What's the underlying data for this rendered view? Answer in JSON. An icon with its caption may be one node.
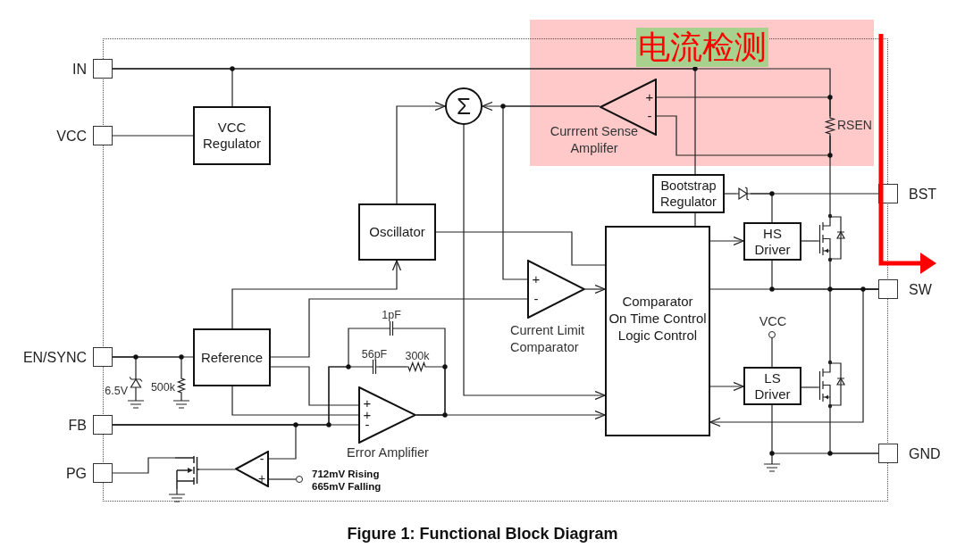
{
  "diagram": {
    "caption": "Figure 1: Functional Block Diagram",
    "nodes": [
      {
        "text": [
          "电流检测"
        ]
      },
      {
        "text": [
          "IN"
        ]
      },
      {
        "text": [
          "VCC Regulator"
        ]
      },
      {
        "text": [
          "VCC"
        ]
      },
      {
        "text": [
          "Σ"
        ]
      },
      {
        "text": [
          "+",
          "-"
        ],
        "beside": [
          "Currrent Sense Amplifer"
        ],
        "in": 0
      },
      {
        "text": [
          "RSEN"
        ],
        "in": 0
      },
      {
        "text": [
          "Bootstrap Regulator"
        ]
      },
      {
        "text": [
          "Oscillator"
        ]
      },
      {
        "text": [],
        "shape": "diode"
      },
      {
        "text": [
          "BST"
        ]
      },
      {
        "text": [
          "HS Driver"
        ]
      },
      {
        "text": [],
        "shape": "transistor"
      },
      {
        "text": [
          "Comparator",
          "On Time Control",
          "Logic Control"
        ]
      },
      {
        "text": [
          "+",
          "-"
        ],
        "beside": [
          "Current Limit Comparator"
        ]
      },
      {
        "text": [
          "SW"
        ]
      },
      {
        "text": [],
        "shape": "circle",
        "beside": [
          "VCC"
        ]
      },
      {
        "text": [
          "LS Driver"
        ]
      },
      {
        "text": [],
        "shape": "transistor"
      },
      {
        "text": [
          "GND"
        ]
      },
      {
        "text": [
          "EN/SYNC"
        ]
      },
      {
        "text": [
          "6.5V"
        ]
      },
      {
        "text": [
          "500k"
        ]
      },
      {
        "text": [
          "Reference"
        ]
      },
      {
        "text": [
          "1pF"
        ]
      },
      {
        "text": [
          "56pF"
        ]
      },
      {
        "text": [
          "300k"
        ]
      },
      {
        "text": [
          "+",
          "+",
          "-"
        ],
        "beside": [
          "Error Amplifier"
        ]
      },
      {
        "text": [
          "FB"
        ]
      },
      {
        "text": [
          "PG"
        ]
      },
      {
        "text": [],
        "shape": "transistor"
      },
      {
        "text": [
          "-",
          "+"
        ]
      },
      {
        "text": [],
        "shape": "circle",
        "beside": [
          "712mV Rising",
          "665mV Falling"
        ]
      }
    ],
    "edges": [
      {
        "from": 1,
        "to": 2,
        "arrow": "none"
      },
      {
        "from": 1,
        "to": 7,
        "arrow": "none"
      },
      {
        "from": 1,
        "to": 6,
        "arrow": "none"
      },
      {
        "from": 5,
        "to": 6,
        "arrow": "none"
      },
      {
        "from": 5,
        "to": 6,
        "arrow": "none"
      },
      {
        "from": 6,
        "to": 12,
        "arrow": "none"
      },
      {
        "from": 3,
        "to": 2,
        "arrow": "none"
      },
      {
        "from": 8,
        "to": 4,
        "arrow": "to"
      },
      {
        "from": 5,
        "to": 4,
        "arrow": "to"
      },
      {
        "from": 5,
        "to": 14,
        "arrow": "none"
      },
      {
        "from": 4,
        "to": 13,
        "arrow": "to"
      },
      {
        "from": 7,
        "to": 13,
        "arrow": "none"
      },
      {
        "from": 7,
        "to": 9,
        "arrow": "none"
      },
      {
        "from": 9,
        "to": 10,
        "arrow": "none"
      },
      {
        "from": 9,
        "to": 11,
        "arrow": "none"
      },
      {
        "from": 13,
        "to": 11,
        "arrow": "to"
      },
      {
        "from": 11,
        "to": 12,
        "arrow": "none"
      },
      {
        "from": 8,
        "to": 13,
        "arrow": "none"
      },
      {
        "from": 23,
        "to": 8,
        "arrow": "to"
      },
      {
        "from": 14,
        "to": 13,
        "arrow": "to"
      },
      {
        "from": 23,
        "to": 14,
        "arrow": "none"
      },
      {
        "from": 13,
        "to": 15,
        "arrow": "none"
      },
      {
        "from": 11,
        "to": 15,
        "arrow": "none"
      },
      {
        "from": 12,
        "to": 15,
        "arrow": "none"
      },
      {
        "from": 18,
        "to": 15,
        "arrow": "none"
      },
      {
        "from": 15,
        "to": 13,
        "arrow": "to"
      },
      {
        "from": 16,
        "to": 17,
        "arrow": "none"
      },
      {
        "from": 13,
        "to": 17,
        "arrow": "to"
      },
      {
        "from": 17,
        "to": 18,
        "arrow": "none"
      },
      {
        "from": 17,
        "to": 19,
        "arrow": "none"
      },
      {
        "from": 18,
        "to": 19,
        "arrow": "none"
      },
      {
        "from": 20,
        "to": 23,
        "arrow": "none"
      },
      {
        "from": 20,
        "to": 21,
        "arrow": "none"
      },
      {
        "from": 20,
        "to": 22,
        "arrow": "none"
      },
      {
        "from": 23,
        "to": 27,
        "arrow": "none"
      },
      {
        "from": 23,
        "to": 27,
        "arrow": "none"
      },
      {
        "from": 28,
        "to": 27,
        "arrow": "none"
      },
      {
        "from": 28,
        "to": 31,
        "arrow": "none"
      },
      {
        "from": 28,
        "to": 25,
        "arrow": "none"
      },
      {
        "from": 28,
        "to": 24,
        "arrow": "none"
      },
      {
        "from": 25,
        "to": 26,
        "arrow": "none"
      },
      {
        "from": 26,
        "to": 27,
        "arrow": "none"
      },
      {
        "from": 24,
        "to": 27,
        "arrow": "none"
      },
      {
        "from": 27,
        "to": 13,
        "arrow": "to"
      },
      {
        "from": 31,
        "to": 30,
        "arrow": "none"
      },
      {
        "from": 30,
        "to": 29,
        "arrow": "none"
      },
      {
        "from": 32,
        "to": 31,
        "arrow": "none"
      }
    ]
  }
}
